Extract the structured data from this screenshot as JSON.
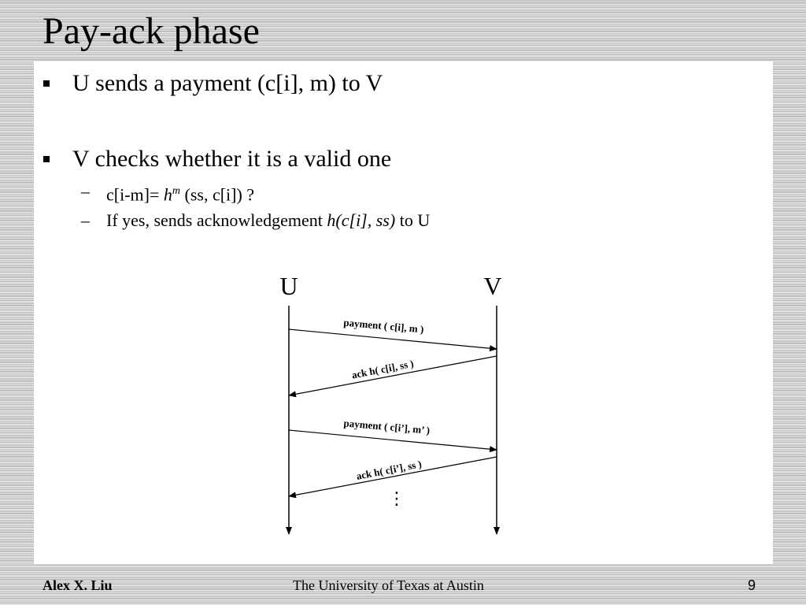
{
  "slide": {
    "title": "Pay-ack phase",
    "bullets": [
      {
        "text": "U sends a payment (c[i], m) to V"
      },
      {
        "text": "V checks whether it is a valid one"
      }
    ],
    "sub_items": [
      {
        "prefix": "c[i-m]= ",
        "func": "h",
        "sup": "m",
        "suffix": " (ss, c[i]) ?"
      },
      {
        "prefix": "If yes, sends acknowledgement ",
        "italic": "h(c[i], ss)",
        "suffix": " to U"
      }
    ],
    "diagram": {
      "left_party": "U",
      "right_party": "V",
      "messages": [
        "payment ( c[i], m )",
        "ack  h( c[i], ss )",
        "payment ( c[i’], m’ )",
        "ack  h( c[i’], ss )"
      ],
      "continuation": "⋮"
    }
  },
  "footer": {
    "author": "Alex X. Liu",
    "institution": "The University of Texas at Austin",
    "page_number": "9"
  }
}
